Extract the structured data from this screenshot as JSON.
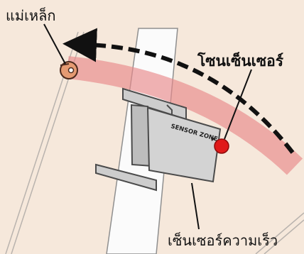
{
  "labels": {
    "magnet": "แม่เหล็ก",
    "sensor_zone": "โซนเซ็นเซอร์",
    "speed_sensor": "เซ็นเซอร์ความเร็ว"
  },
  "sensor_text": "SENSOR ZONE",
  "colors": {
    "background": "#f6e8db",
    "band": "#e8898a",
    "arrow": "#111111",
    "sensor_body": "#cfcfcf",
    "sensor_zone_dot": "#e01a1a",
    "magnet": "#e59a72"
  }
}
